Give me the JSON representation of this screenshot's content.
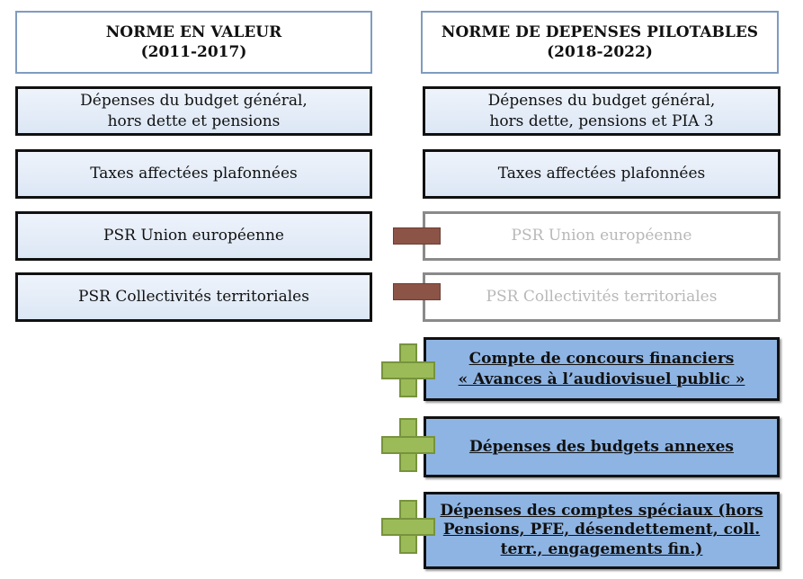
{
  "left": {
    "header": {
      "title": "NORME EN VALEUR",
      "period": "(2011-2017)"
    },
    "rows": [
      {
        "line1": "Dépenses du budget général,",
        "line2": "hors dette et pensions"
      },
      {
        "line1": "Taxes affectées plafonnées"
      },
      {
        "line1": "PSR Union européenne"
      },
      {
        "line1": "PSR Collectivités territoriales"
      }
    ]
  },
  "right": {
    "header": {
      "title": "NORME DE DEPENSES PILOTABLES",
      "period": "(2018-2022)"
    },
    "rows": [
      {
        "line1": "Dépenses du budget général,",
        "line2": "hors dette, pensions et PIA 3"
      },
      {
        "line1": "Taxes affectées plafonnées"
      },
      {
        "line1": "PSR Union européenne",
        "status": "removed"
      },
      {
        "line1": "PSR Collectivités territoriales",
        "status": "removed"
      }
    ],
    "additions": [
      {
        "line1": "Compte de concours financiers",
        "line2": "« Avances à l’audiovisuel public »"
      },
      {
        "line1": "Dépenses des budgets annexes"
      },
      {
        "line1": "Dépenses des comptes spéciaux (hors",
        "line2": "Pensions, PFE, désendettement, coll.",
        "line3": "terr., engagements fin.)"
      }
    ]
  },
  "icons": {
    "removed": "minus-icon",
    "added": "plus-icon"
  },
  "colors": {
    "minus": "#8b5447",
    "plus": "#9bbb59",
    "added_fill": "#8eb4e3"
  }
}
